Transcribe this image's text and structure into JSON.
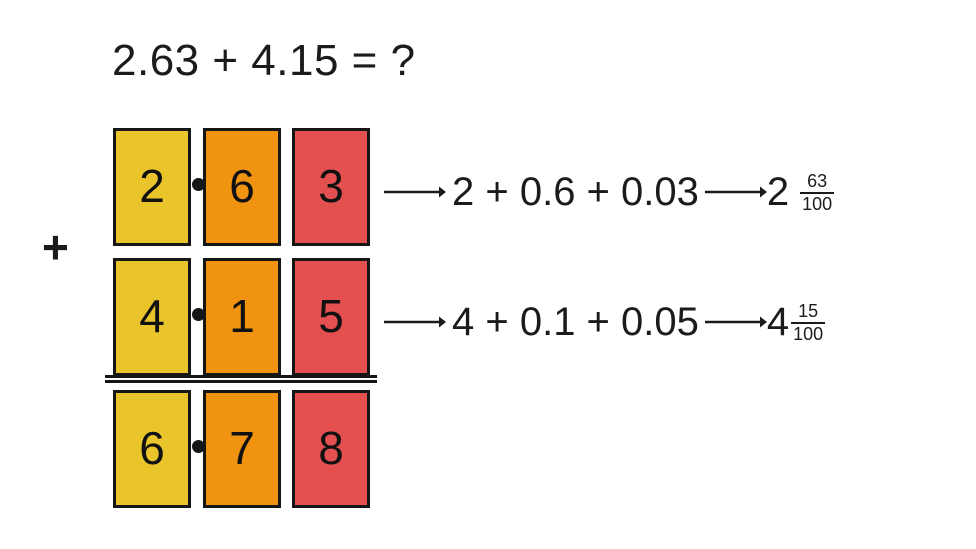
{
  "problem": {
    "title": "2.63 + 4.15 = ?",
    "operator": "+",
    "addend_1": "2.63",
    "addend_2": "4.15",
    "sum": "6.78"
  },
  "colors": {
    "ones": "#e9c52b",
    "tenths": "#ef9311",
    "hundredths": "#e44f4f",
    "outline": "#161616",
    "text": "#1b1b1b",
    "background": "#ffffff"
  },
  "place_value_rows": [
    {
      "name": "first-addend",
      "decimal": "2.63",
      "digits": [
        {
          "place": "ones",
          "value": "2",
          "color": "#e9c52b"
        },
        {
          "place": "tenths",
          "value": "6",
          "color": "#ef9311"
        },
        {
          "place": "hundredths",
          "value": "3",
          "color": "#e44f4f"
        }
      ],
      "decimal_point": "•",
      "expansion": "2 + 0.6 + 0.03",
      "mixed_number": {
        "whole": "2",
        "numerator": "63",
        "denominator": "100"
      }
    },
    {
      "name": "second-addend",
      "decimal": "4.15",
      "digits": [
        {
          "place": "ones",
          "value": "4",
          "color": "#e9c52b"
        },
        {
          "place": "tenths",
          "value": "1",
          "color": "#ef9311"
        },
        {
          "place": "hundredths",
          "value": "5",
          "color": "#e44f4f"
        }
      ],
      "decimal_point": "•",
      "expansion": "4 + 0.1 + 0.05",
      "mixed_number": {
        "whole": "4",
        "numerator": "15",
        "denominator": "100"
      }
    },
    {
      "name": "sum",
      "decimal": "6.78",
      "digits": [
        {
          "place": "ones",
          "value": "6",
          "color": "#e9c52b"
        },
        {
          "place": "tenths",
          "value": "7",
          "color": "#ef9311"
        },
        {
          "place": "hundredths",
          "value": "8",
          "color": "#e44f4f"
        }
      ],
      "decimal_point": "•",
      "expansion": "",
      "mixed_number": null
    }
  ],
  "icons": {
    "arrow_right": "right-arrow-icon",
    "decimal_point": "decimal-point-dot-icon",
    "double_rule": "double-rule-divider"
  }
}
